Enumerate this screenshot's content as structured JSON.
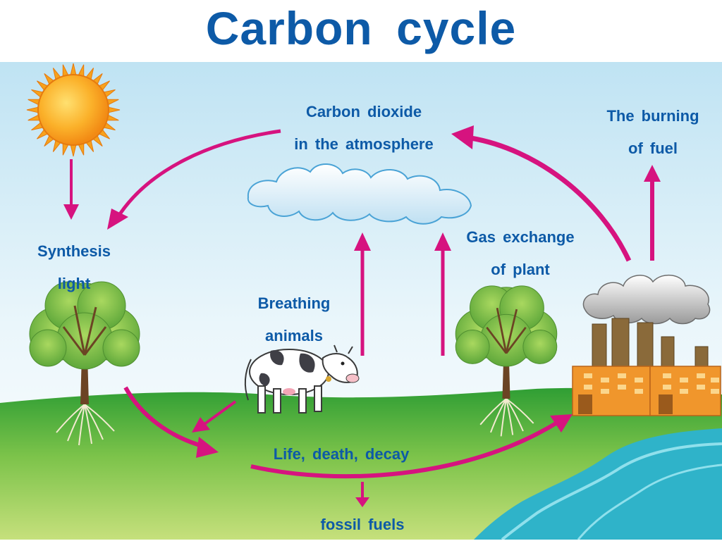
{
  "diagram": {
    "title": "Carbon cycle",
    "labels": {
      "co2": [
        "Carbon dioxide",
        "in the atmosphere"
      ],
      "burning": [
        "The burning",
        "of fuel"
      ],
      "synthesis": [
        "Synthesis",
        "light"
      ],
      "gas_exchange": [
        "Gas exchange",
        "of plant"
      ],
      "breathing": [
        "Breathing",
        "animals"
      ],
      "decay": "Life, death, decay",
      "fossil": "fossil fuels"
    },
    "colors": {
      "title": "#0d5aa7",
      "arrow": "#d6137f",
      "sky_top": "#bfe3f3",
      "ground": "#3aa53a",
      "water": "#2fb3c9",
      "factory": "#f0962c",
      "chimney": "#8a6a3a"
    },
    "icons": [
      "sun-icon",
      "cloud-icon",
      "tree-icon",
      "cow-icon",
      "factory-icon",
      "smoke-icon",
      "water-icon"
    ]
  }
}
